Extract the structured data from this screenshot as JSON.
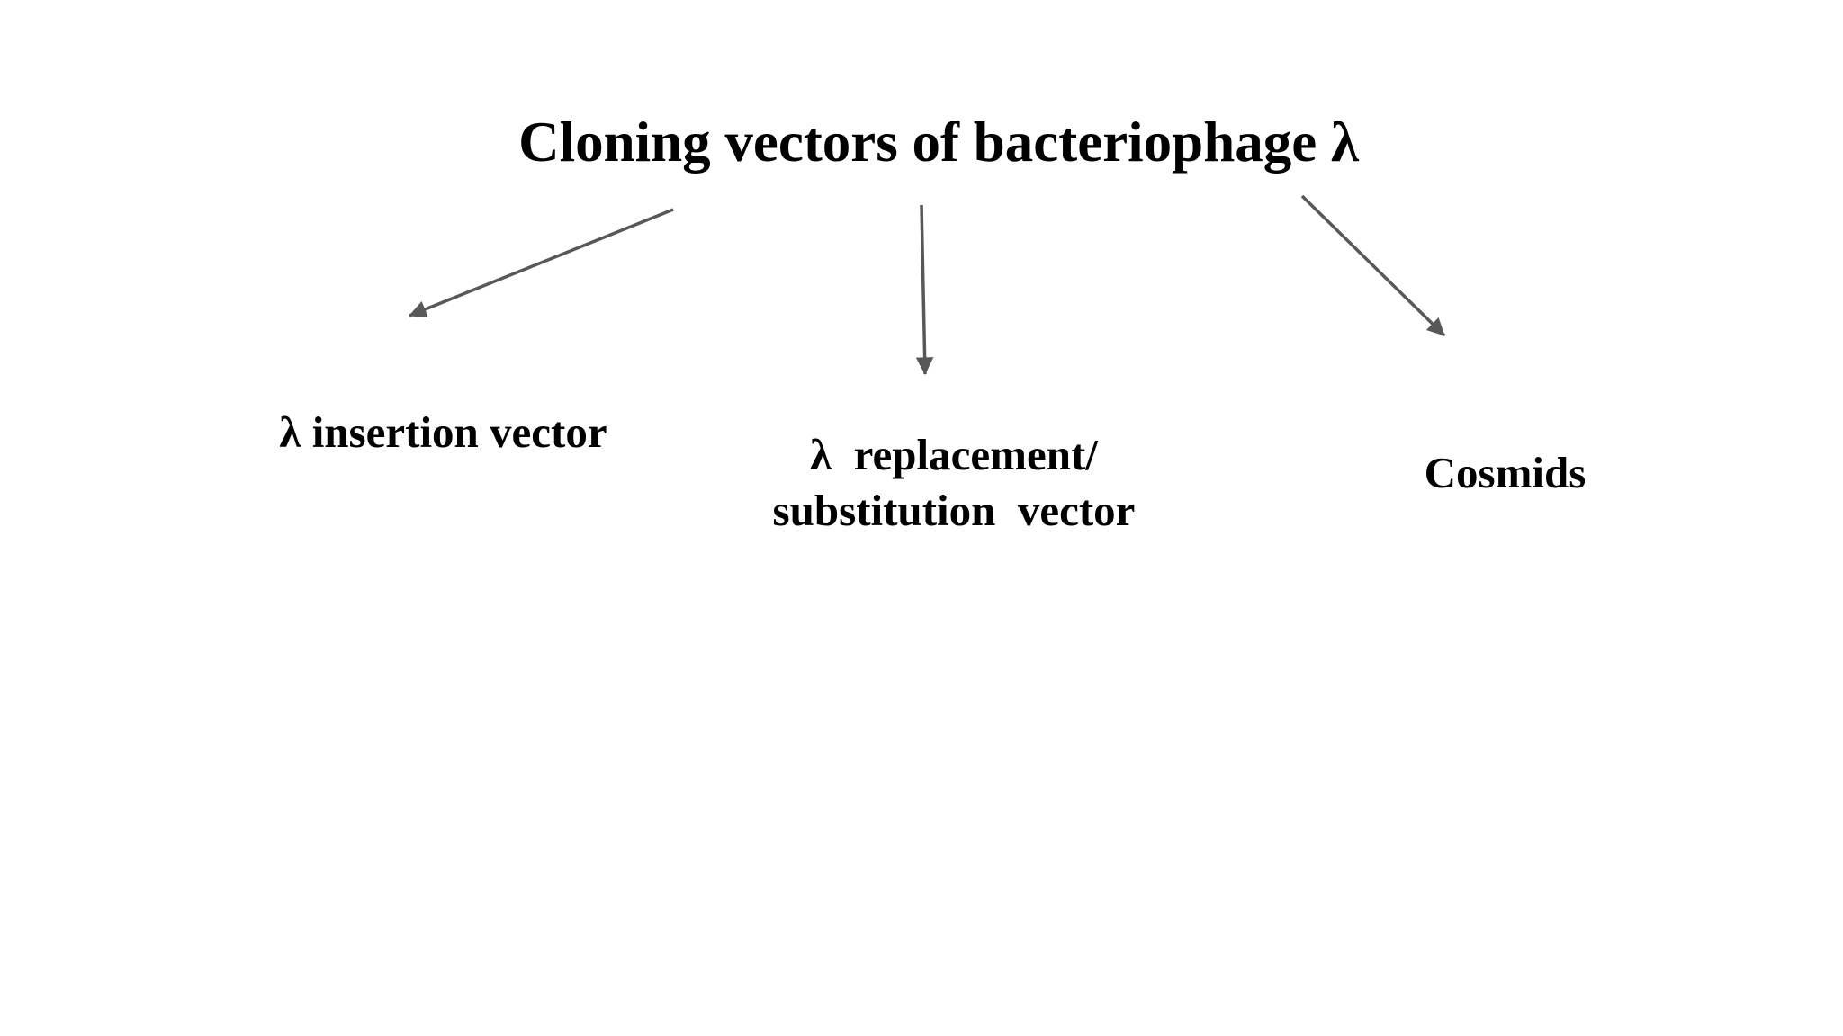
{
  "slide": {
    "title": "Cloning vectors of bacteriophage λ",
    "nodes": [
      {
        "id": "lambda-insertion-vector",
        "label": "λ insertion vector"
      },
      {
        "id": "lambda-replacement-substitution-vector",
        "label": "λ  replacement/\nsubstitution  vector"
      },
      {
        "id": "cosmids",
        "label": "Cosmids"
      }
    ],
    "colors": {
      "background": "#ffffff",
      "text": "#000000",
      "arrow": "#58585a"
    }
  }
}
